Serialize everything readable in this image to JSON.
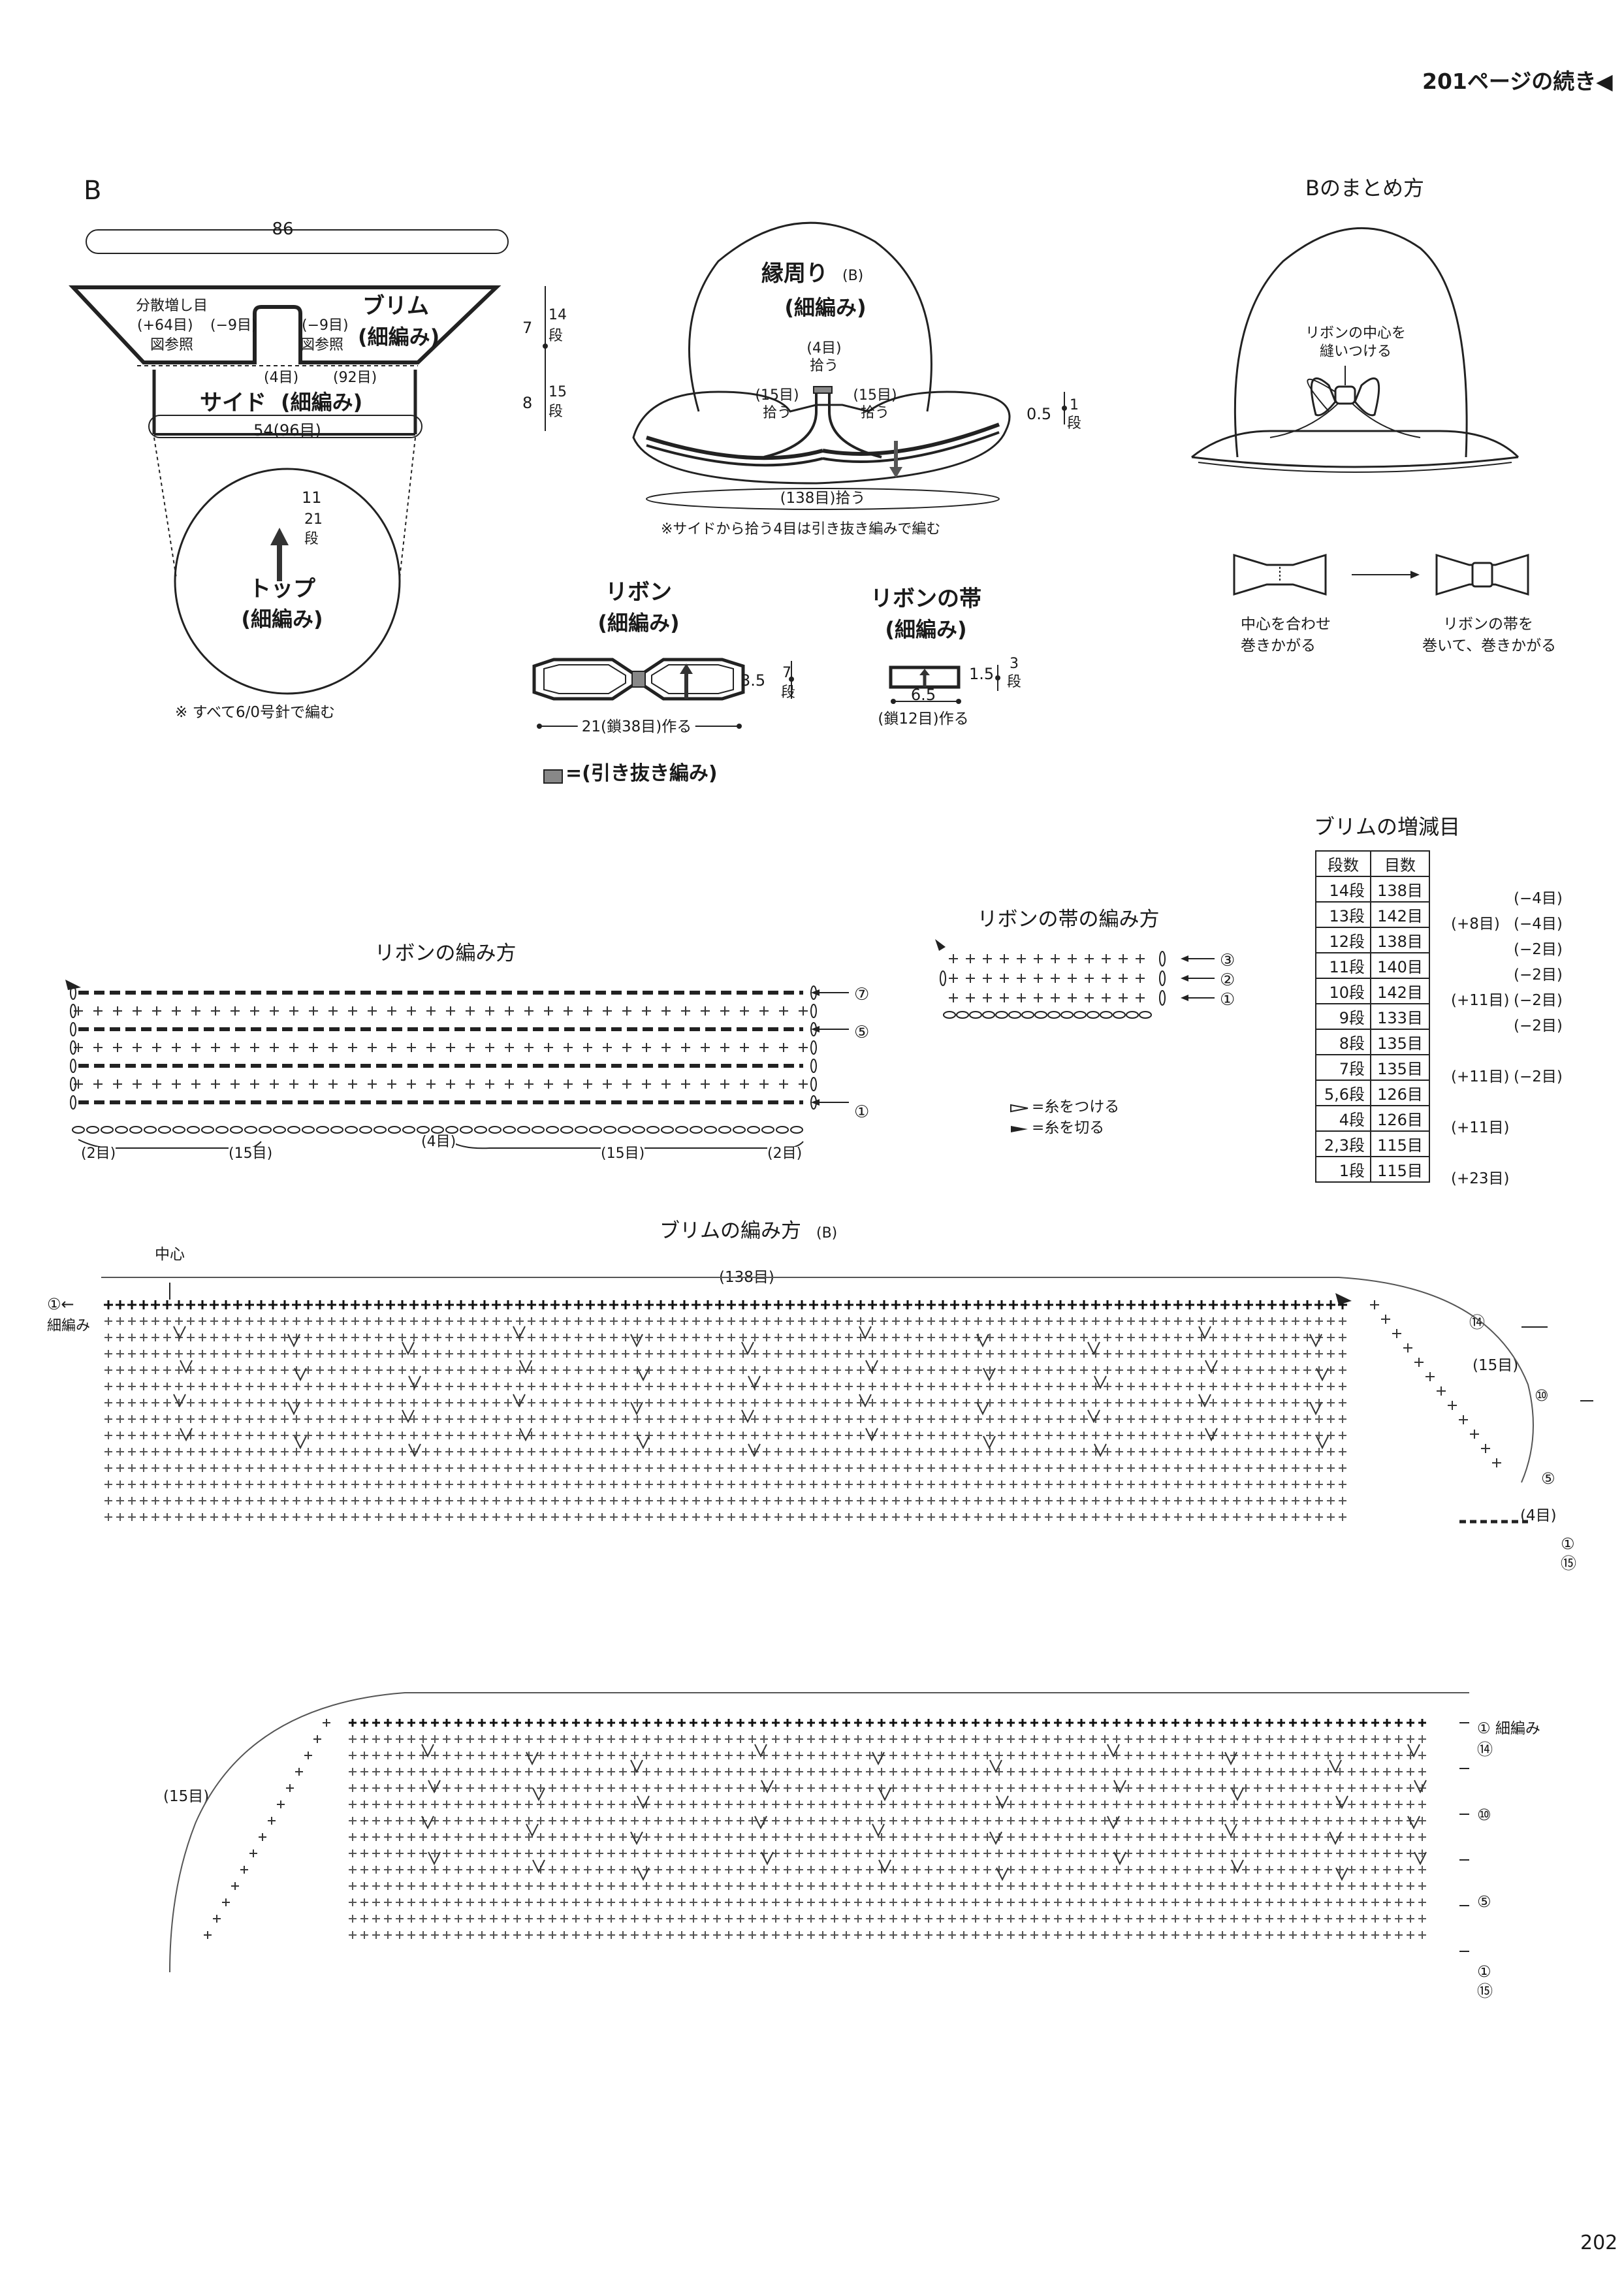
{
  "page": {
    "header": "201ページの続き◀",
    "page_number": "202"
  },
  "section_b": {
    "label": "B",
    "width_top": "86",
    "brim": {
      "title": "ブリム",
      "stitch": "(細編み)",
      "increase_note_1": "分散増し目",
      "increase_note_2": "(+64目)",
      "increase_note_3": "図参照",
      "decrease_left": "(−9目)",
      "decrease_right": "(−9目)",
      "decrease_right_note": "図参照",
      "center_count": "(4目)",
      "right_count": "(92目)",
      "height": "7",
      "rows": "14",
      "rows_unit": "段"
    },
    "side": {
      "title": "サイド",
      "stitch": "(細編み)",
      "width": "54(96目)",
      "height": "8",
      "rows": "15",
      "rows_unit": "段"
    },
    "top": {
      "title": "トップ",
      "stitch": "(細編み)",
      "height": "11",
      "rows": "21",
      "rows_unit": "段"
    },
    "needle_note": "※ すべて6/0号針で編む"
  },
  "edging": {
    "title": "縁周り",
    "title_sub": "(B)",
    "stitch": "(細編み)",
    "pick_center": "(4目)",
    "pick_center_2": "拾う",
    "pick_left": "(15目)",
    "pick_left_2": "拾う",
    "pick_right": "(15目)",
    "pick_right_2": "拾う",
    "height": "0.5",
    "rows": "1",
    "rows_unit": "段",
    "bottom": "(138目)拾う",
    "note": "※サイドから拾う4目は引き抜き編みで編む"
  },
  "finishing": {
    "title": "Bのまとめ方",
    "sew_note_1": "リボンの中心を",
    "sew_note_2": "縫いつける",
    "step1_1": "中心を合わせ",
    "step1_2": "巻きかがる",
    "step2_1": "リボンの帯を",
    "step2_2": "巻いて、巻きかがる"
  },
  "ribbon": {
    "title": "リボン",
    "stitch": "(細編み)",
    "height": "3.5",
    "rows": "7",
    "rows_unit": "段",
    "width": "21(鎖38目)作る"
  },
  "ribbon_band": {
    "title": "リボンの帯",
    "stitch": "(細編み)",
    "height": "1.5",
    "rows": "3",
    "rows_unit": "段",
    "width": "6.5",
    "width_note": "(鎖12目)作る"
  },
  "legend_slip": "=(引き抜き編み)",
  "ribbon_chart": {
    "title": "リボンの編み方",
    "row_labels": [
      "⑦",
      "⑤",
      "①"
    ],
    "segments": [
      "(2目)",
      "(15目)",
      "(4目)",
      "(15目)",
      "(2目)"
    ]
  },
  "band_chart": {
    "title": "リボンの帯の編み方",
    "row_labels": [
      "③",
      "②",
      "①"
    ],
    "legend_attach": "=糸をつける",
    "legend_cut": "=糸を切る"
  },
  "brim_table": {
    "title": "ブリムの増減目",
    "headers": [
      "段数",
      "目数"
    ],
    "rows": [
      {
        "row": "14段",
        "count": "138目",
        "inc": "",
        "dec": "(−4目)"
      },
      {
        "row": "13段",
        "count": "142目",
        "inc": "(+8目)",
        "dec": "(−4目)"
      },
      {
        "row": "12段",
        "count": "138目",
        "inc": "",
        "dec": "(−2目)"
      },
      {
        "row": "11段",
        "count": "140目",
        "inc": "",
        "dec": "(−2目)"
      },
      {
        "row": "10段",
        "count": "142目",
        "inc": "(+11目)",
        "dec": "(−2目)"
      },
      {
        "row": "9段",
        "count": "133目",
        "inc": "",
        "dec": "(−2目)"
      },
      {
        "row": "8段",
        "count": "135目",
        "inc": "",
        "dec": ""
      },
      {
        "row": "7段",
        "count": "135目",
        "inc": "(+11目)",
        "dec": "(−2目)"
      },
      {
        "row": "5,6段",
        "count": "126目",
        "inc": "",
        "dec": ""
      },
      {
        "row": "4段",
        "count": "126目",
        "inc": "(+11目)",
        "dec": ""
      },
      {
        "row": "2,3段",
        "count": "115目",
        "inc": "",
        "dec": ""
      },
      {
        "row": "1段",
        "count": "115目",
        "inc": "(+23目)",
        "dec": ""
      }
    ]
  },
  "brim_chart": {
    "title": "ブリムの編み方",
    "title_sub": "(B)",
    "center": "中心",
    "total": "(138目)",
    "start_label": "①←",
    "start_stitch": "細編み",
    "side_count": "(15目)",
    "corner_count": "(4目)",
    "row_labels": [
      "⑭",
      "⑩",
      "⑤",
      "①",
      "⑮"
    ],
    "lower_start_label": "① 細編み"
  }
}
